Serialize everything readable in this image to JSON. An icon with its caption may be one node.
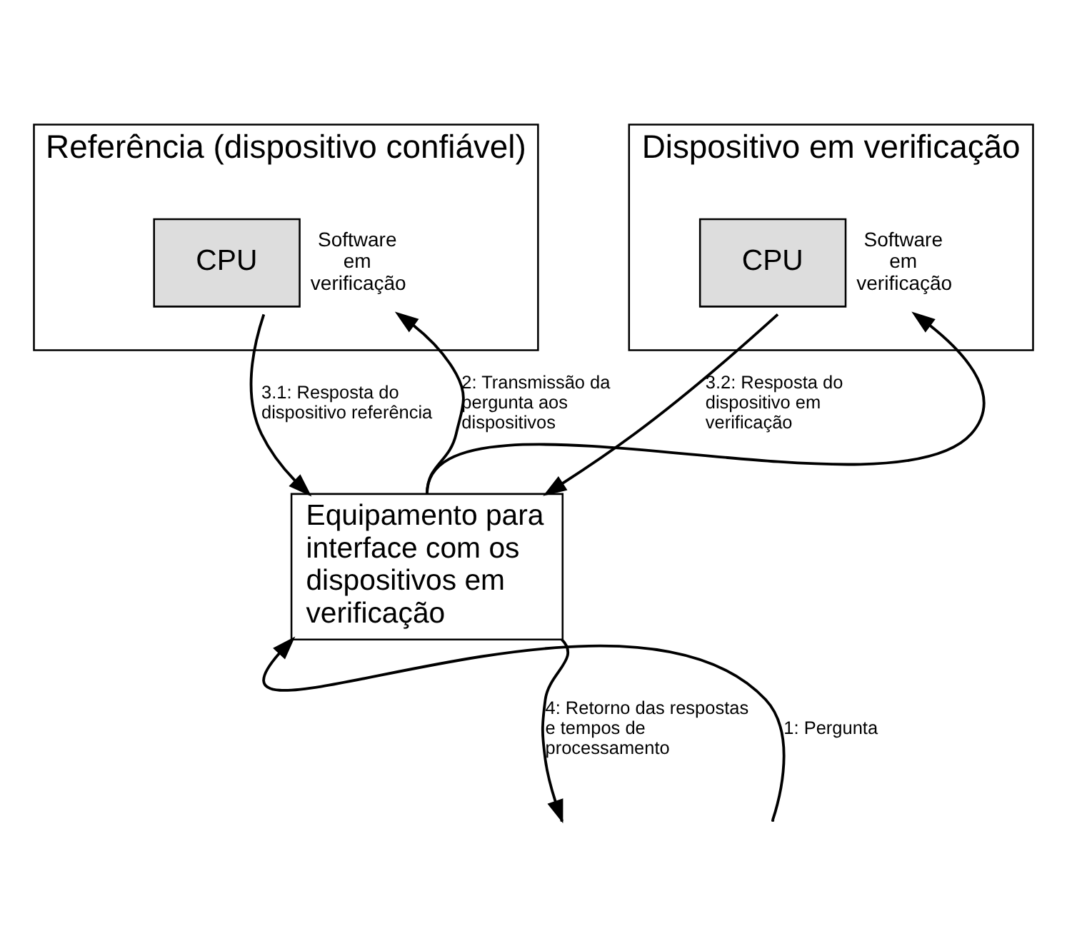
{
  "diagram": {
    "nodes": [
      {
        "text": [
          "Referência (dispositivo confiável)"
        ]
      },
      {
        "text": [
          "CPU"
        ],
        "in": 0,
        "beside": [
          "Software em verificação"
        ]
      },
      {
        "text": [
          "Dispositivo em verificação"
        ]
      },
      {
        "text": [
          "CPU"
        ],
        "in": 2,
        "beside": [
          "Software em verificação"
        ]
      },
      {
        "text": [
          "Equipamento para interface com os dispositivos em verificação"
        ]
      }
    ],
    "edges": [
      {
        "from": 4,
        "to": 1,
        "arrow": "to",
        "label": "2: Transmissão da pergunta aos dispositivos"
      },
      {
        "from": 4,
        "to": 3,
        "arrow": "to"
      },
      {
        "from": 1,
        "to": 4,
        "arrow": "to",
        "label": "3.1: Resposta do dispositivo referência"
      },
      {
        "from": 3,
        "to": 4,
        "arrow": "to",
        "label": "3.2: Resposta do dispositivo em verificação"
      },
      {
        "from": null,
        "to": 4,
        "arrow": "to",
        "label": "1: Pergunta"
      },
      {
        "from": 4,
        "to": null,
        "arrow": "to",
        "label": "4: Retorno das respostas e tempos de processamento"
      }
    ]
  }
}
